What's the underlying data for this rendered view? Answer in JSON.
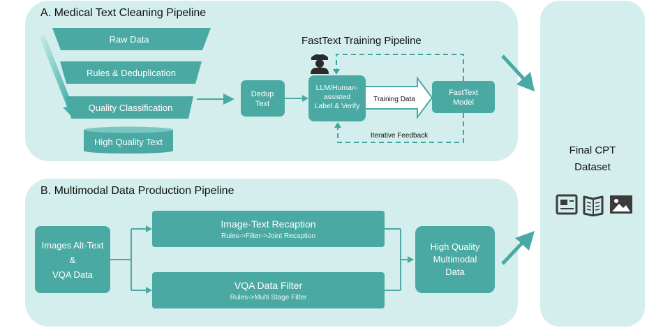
{
  "panel_a": {
    "title": "A. Medical Text Cleaning Pipeline",
    "funnel": [
      "Raw Data",
      "Rules & Deduplication",
      "Quality Classification"
    ],
    "high_quality_text": "High Quality Text",
    "dedup": [
      "Dedup",
      "Text"
    ],
    "fasttext_title": "FastText Training Pipeline",
    "llm": [
      "LLM/Human-",
      "assisted",
      "Label & Verify"
    ],
    "training_data": "Training Data",
    "fasttext_model": [
      "FastText",
      "Model"
    ],
    "iterative_feedback": "Iterative Feedback"
  },
  "panel_b": {
    "title": "B. Multimodal Data Production Pipeline",
    "input": [
      "Images Alt-Text",
      "&",
      "VQA Data"
    ],
    "recaption": {
      "title": "Image-Text Recaption",
      "sub": "Rules->Filter->Joint Recaption"
    },
    "vqa_filter": {
      "title": "VQA Data Filter",
      "sub": "Rules->Multi Stage Filter"
    },
    "output": [
      "High Quality",
      "Multimodal",
      "Data"
    ]
  },
  "final": {
    "title": [
      "Final CPT",
      "Dataset"
    ]
  },
  "icons": [
    "person-icon",
    "document-icon",
    "book-icon",
    "image-icon"
  ],
  "colors": {
    "panel": "#d3eeec",
    "box": "#4aa9a3",
    "dark": "#3f9f98",
    "arrow": "#5bb7b1"
  }
}
